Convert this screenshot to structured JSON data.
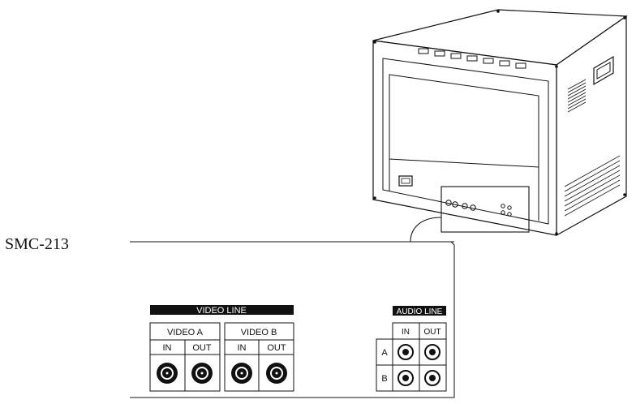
{
  "model": "SMC-213",
  "video_panel": {
    "header": "VIDEO LINE",
    "groups": [
      {
        "name": "VIDEO A",
        "in": "IN",
        "out": "OUT"
      },
      {
        "name": "VIDEO B",
        "in": "IN",
        "out": "OUT"
      }
    ]
  },
  "audio_panel": {
    "header": "AUDIO LINE",
    "in": "IN",
    "out": "OUT",
    "rows": [
      "A",
      "B"
    ]
  },
  "colors": {
    "line": "#111111",
    "header_bg": "#111111",
    "header_text": "#ffffff"
  }
}
